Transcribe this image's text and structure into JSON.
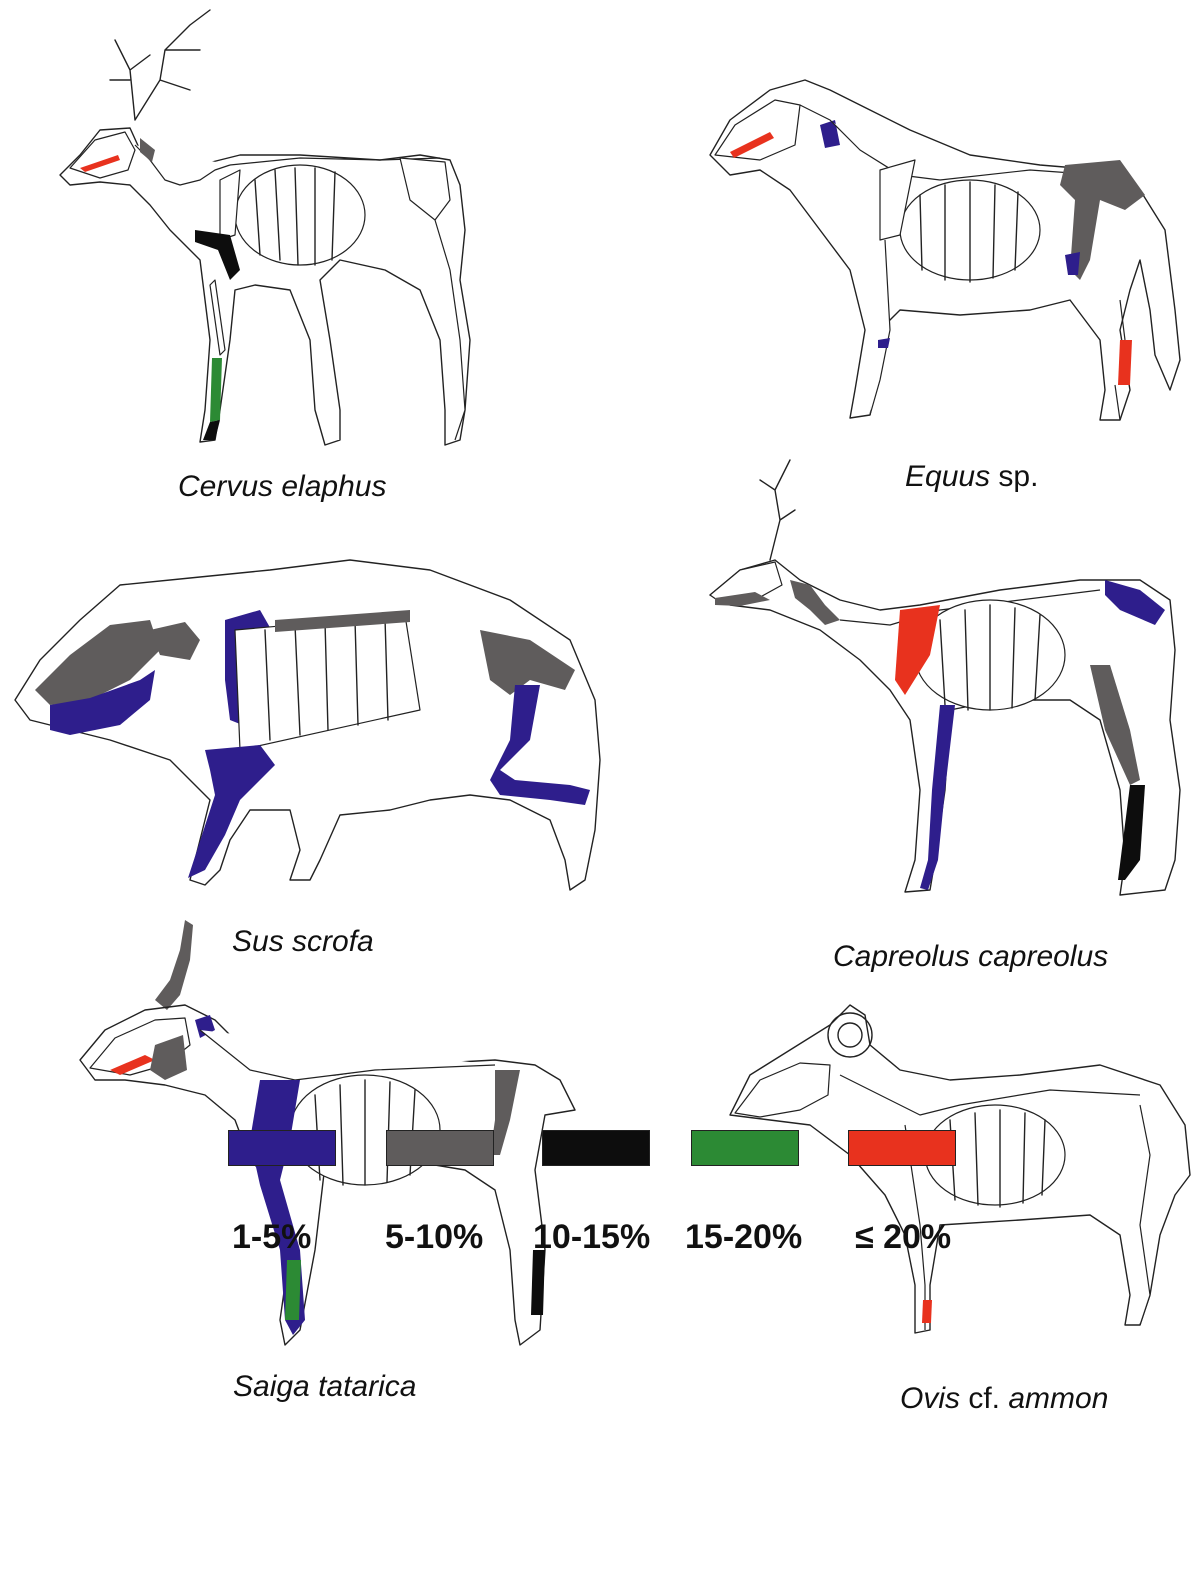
{
  "colors": {
    "c1": "#2e1e8c",
    "c2": "#5f5c5c",
    "c3": "#0d0d0d",
    "c4": "#2c8a34",
    "c5": "#e8321e"
  },
  "panels": [
    {
      "genus": "Cervus elaphus",
      "suffix": ""
    },
    {
      "genus": "Equus",
      "suffix": " sp."
    },
    {
      "genus": "Sus scrofa",
      "suffix": ""
    },
    {
      "genus": "Capreolus capreolus",
      "suffix": ""
    },
    {
      "genus": "Saiga tatarica",
      "suffix": ""
    },
    {
      "genus": "Ovis",
      "suffix": " cf. ",
      "species": "ammon"
    }
  ],
  "legend": [
    {
      "label": "1-5%",
      "color": "#2e1e8c"
    },
    {
      "label": "5-10%",
      "color": "#5f5c5c"
    },
    {
      "label": "10-15%",
      "color": "#0d0d0d"
    },
    {
      "label": "15-20%",
      "color": "#2c8a34"
    },
    {
      "label": "≤ 20%",
      "color": "#e8321e"
    }
  ]
}
